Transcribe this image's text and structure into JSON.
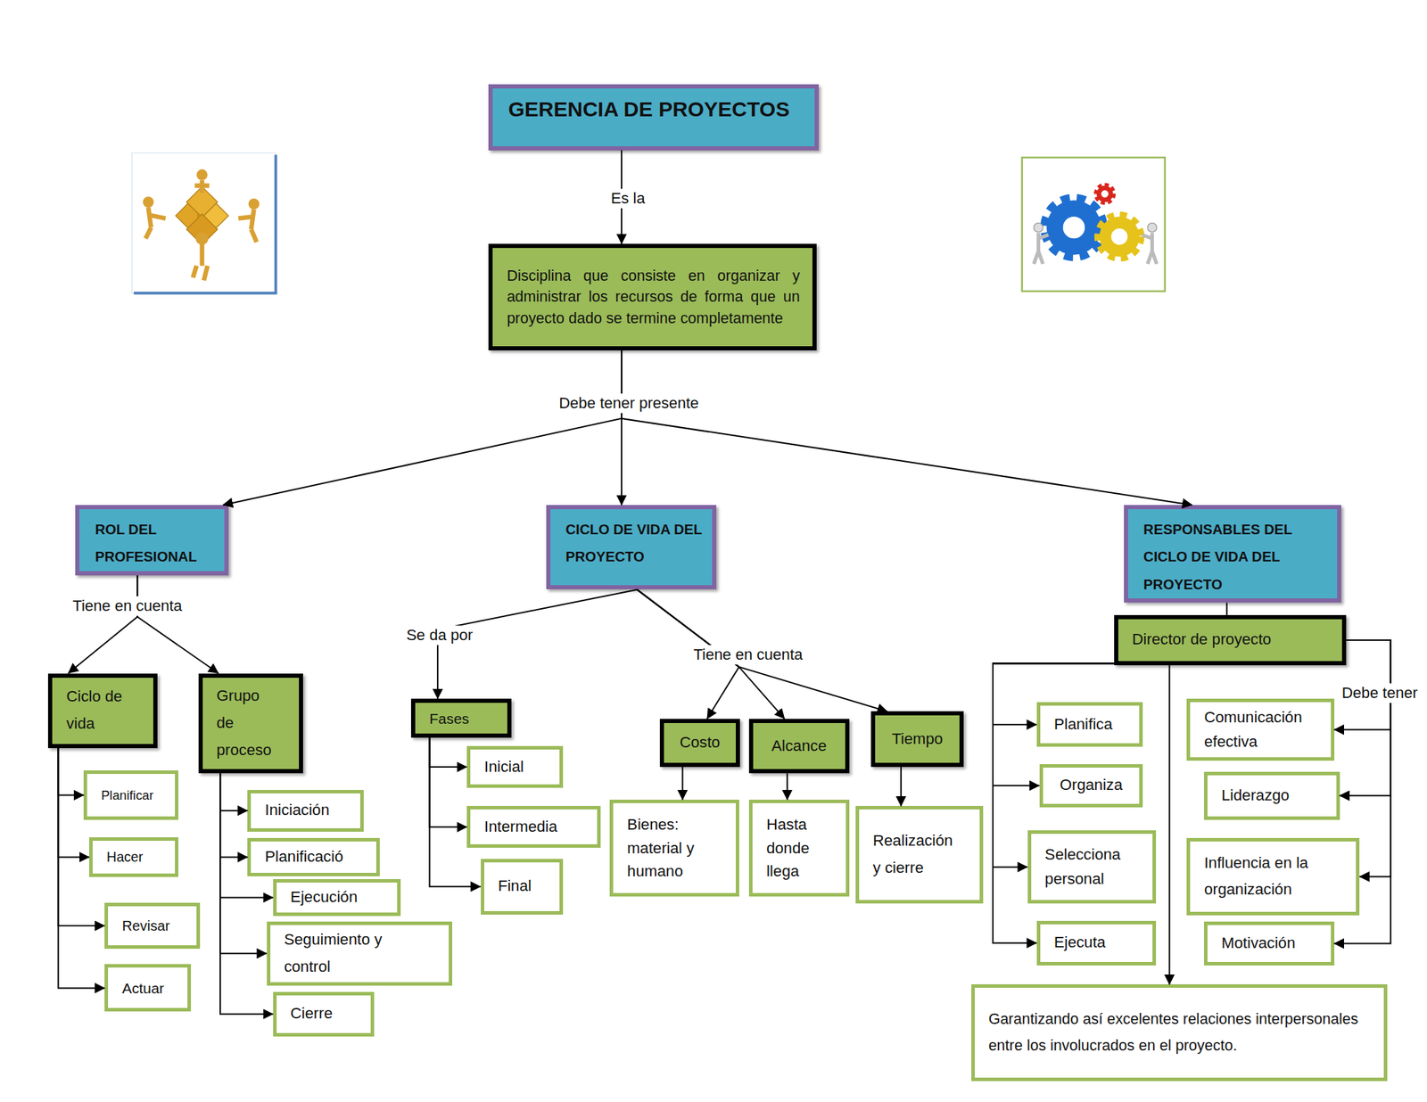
{
  "diagram": {
    "nodes": [
      {
        "text": [
          "GERENCIA DE PROYECTOS"
        ]
      },
      {
        "text": [
          "Disciplina que consiste en organizar y administrar los recursos de forma que un proyecto dado se termine completamente"
        ]
      },
      {
        "text": [
          "ROL DEL PROFESIONAL"
        ]
      },
      {
        "text": [
          "CICLO DE VIDA DEL PROYECTO"
        ]
      },
      {
        "text": [
          "RESPONSABLES DEL CICLO DE VIDA DEL PROYECTO"
        ]
      },
      {
        "text": [
          "Ciclo de vida"
        ]
      },
      {
        "text": [
          "Grupo de proceso"
        ]
      },
      {
        "text": [
          "Planificar"
        ]
      },
      {
        "text": [
          "Hacer"
        ]
      },
      {
        "text": [
          "Revisar"
        ]
      },
      {
        "text": [
          "Actuar"
        ]
      },
      {
        "text": [
          "Iniciación"
        ]
      },
      {
        "text": [
          "Planificació"
        ]
      },
      {
        "text": [
          "Ejecución"
        ]
      },
      {
        "text": [
          "Seguimiento y control"
        ]
      },
      {
        "text": [
          "Cierre"
        ]
      },
      {
        "text": [
          "Fases"
        ]
      },
      {
        "text": [
          "Inicial"
        ]
      },
      {
        "text": [
          "Intermedia"
        ]
      },
      {
        "text": [
          "Final"
        ]
      },
      {
        "text": [
          "Costo"
        ]
      },
      {
        "text": [
          "Alcance"
        ]
      },
      {
        "text": [
          "Tiempo"
        ]
      },
      {
        "text": [
          "Bienes: material y humano"
        ]
      },
      {
        "text": [
          "Hasta donde llega"
        ]
      },
      {
        "text": [
          "Realización y cierre"
        ]
      },
      {
        "text": [
          "Director de proyecto"
        ]
      },
      {
        "text": [
          "Planifica"
        ]
      },
      {
        "text": [
          "Organiza"
        ]
      },
      {
        "text": [
          "Selecciona personal"
        ]
      },
      {
        "text": [
          "Ejecuta"
        ]
      },
      {
        "text": [
          "Comunicación efectiva"
        ]
      },
      {
        "text": [
          "Liderazgo"
        ]
      },
      {
        "text": [
          "Influencia en la organización"
        ]
      },
      {
        "text": [
          "Motivación"
        ]
      },
      {
        "text": [
          "Garantizando así excelentes relaciones interpersonales entre los involucrados en el proyecto."
        ]
      }
    ],
    "edges": [
      {
        "from": 0,
        "to": 1,
        "label": "Es la",
        "arrow": "to"
      },
      {
        "from": 1,
        "to": 2,
        "arrow": "to"
      },
      {
        "from": 1,
        "to": 3,
        "label": "Debe tener presente",
        "arrow": "to"
      },
      {
        "from": 1,
        "to": 4,
        "arrow": "to"
      },
      {
        "from": 2,
        "to": 5,
        "label": "Tiene en cuenta",
        "arrow": "to"
      },
      {
        "from": 2,
        "to": 6,
        "arrow": "to"
      },
      {
        "from": 3,
        "to": 16,
        "label": "Se da por",
        "arrow": "to"
      },
      {
        "from": 3,
        "to": 20,
        "label": "Tiene en cuenta",
        "arrow": "to"
      },
      {
        "from": 3,
        "to": 21,
        "arrow": "to"
      },
      {
        "from": 3,
        "to": 22,
        "arrow": "to"
      },
      {
        "from": 4,
        "to": 26,
        "arrow": "none"
      },
      {
        "from": 5,
        "to": 7,
        "arrow": "to"
      },
      {
        "from": 5,
        "to": 8,
        "arrow": "to"
      },
      {
        "from": 5,
        "to": 9,
        "arrow": "to"
      },
      {
        "from": 5,
        "to": 10,
        "arrow": "to"
      },
      {
        "from": 6,
        "to": 11,
        "arrow": "to"
      },
      {
        "from": 6,
        "to": 12,
        "arrow": "to"
      },
      {
        "from": 6,
        "to": 13,
        "arrow": "to"
      },
      {
        "from": 6,
        "to": 14,
        "arrow": "to"
      },
      {
        "from": 6,
        "to": 15,
        "arrow": "to"
      },
      {
        "from": 16,
        "to": 17,
        "arrow": "to"
      },
      {
        "from": 16,
        "to": 18,
        "arrow": "to"
      },
      {
        "from": 16,
        "to": 19,
        "arrow": "to"
      },
      {
        "from": 20,
        "to": 23,
        "arrow": "to"
      },
      {
        "from": 21,
        "to": 24,
        "arrow": "to"
      },
      {
        "from": 22,
        "to": 25,
        "arrow": "to"
      },
      {
        "from": 26,
        "to": 27,
        "arrow": "to"
      },
      {
        "from": 26,
        "to": 28,
        "arrow": "to"
      },
      {
        "from": 26,
        "to": 29,
        "arrow": "to"
      },
      {
        "from": 26,
        "to": 30,
        "arrow": "to"
      },
      {
        "from": 26,
        "to": 31,
        "label": "Debe tener",
        "arrow": "to"
      },
      {
        "from": 26,
        "to": 32,
        "arrow": "to"
      },
      {
        "from": 26,
        "to": 33,
        "arrow": "to"
      },
      {
        "from": 26,
        "to": 34,
        "arrow": "to"
      },
      {
        "from": 26,
        "to": 35,
        "arrow": "to"
      }
    ]
  }
}
